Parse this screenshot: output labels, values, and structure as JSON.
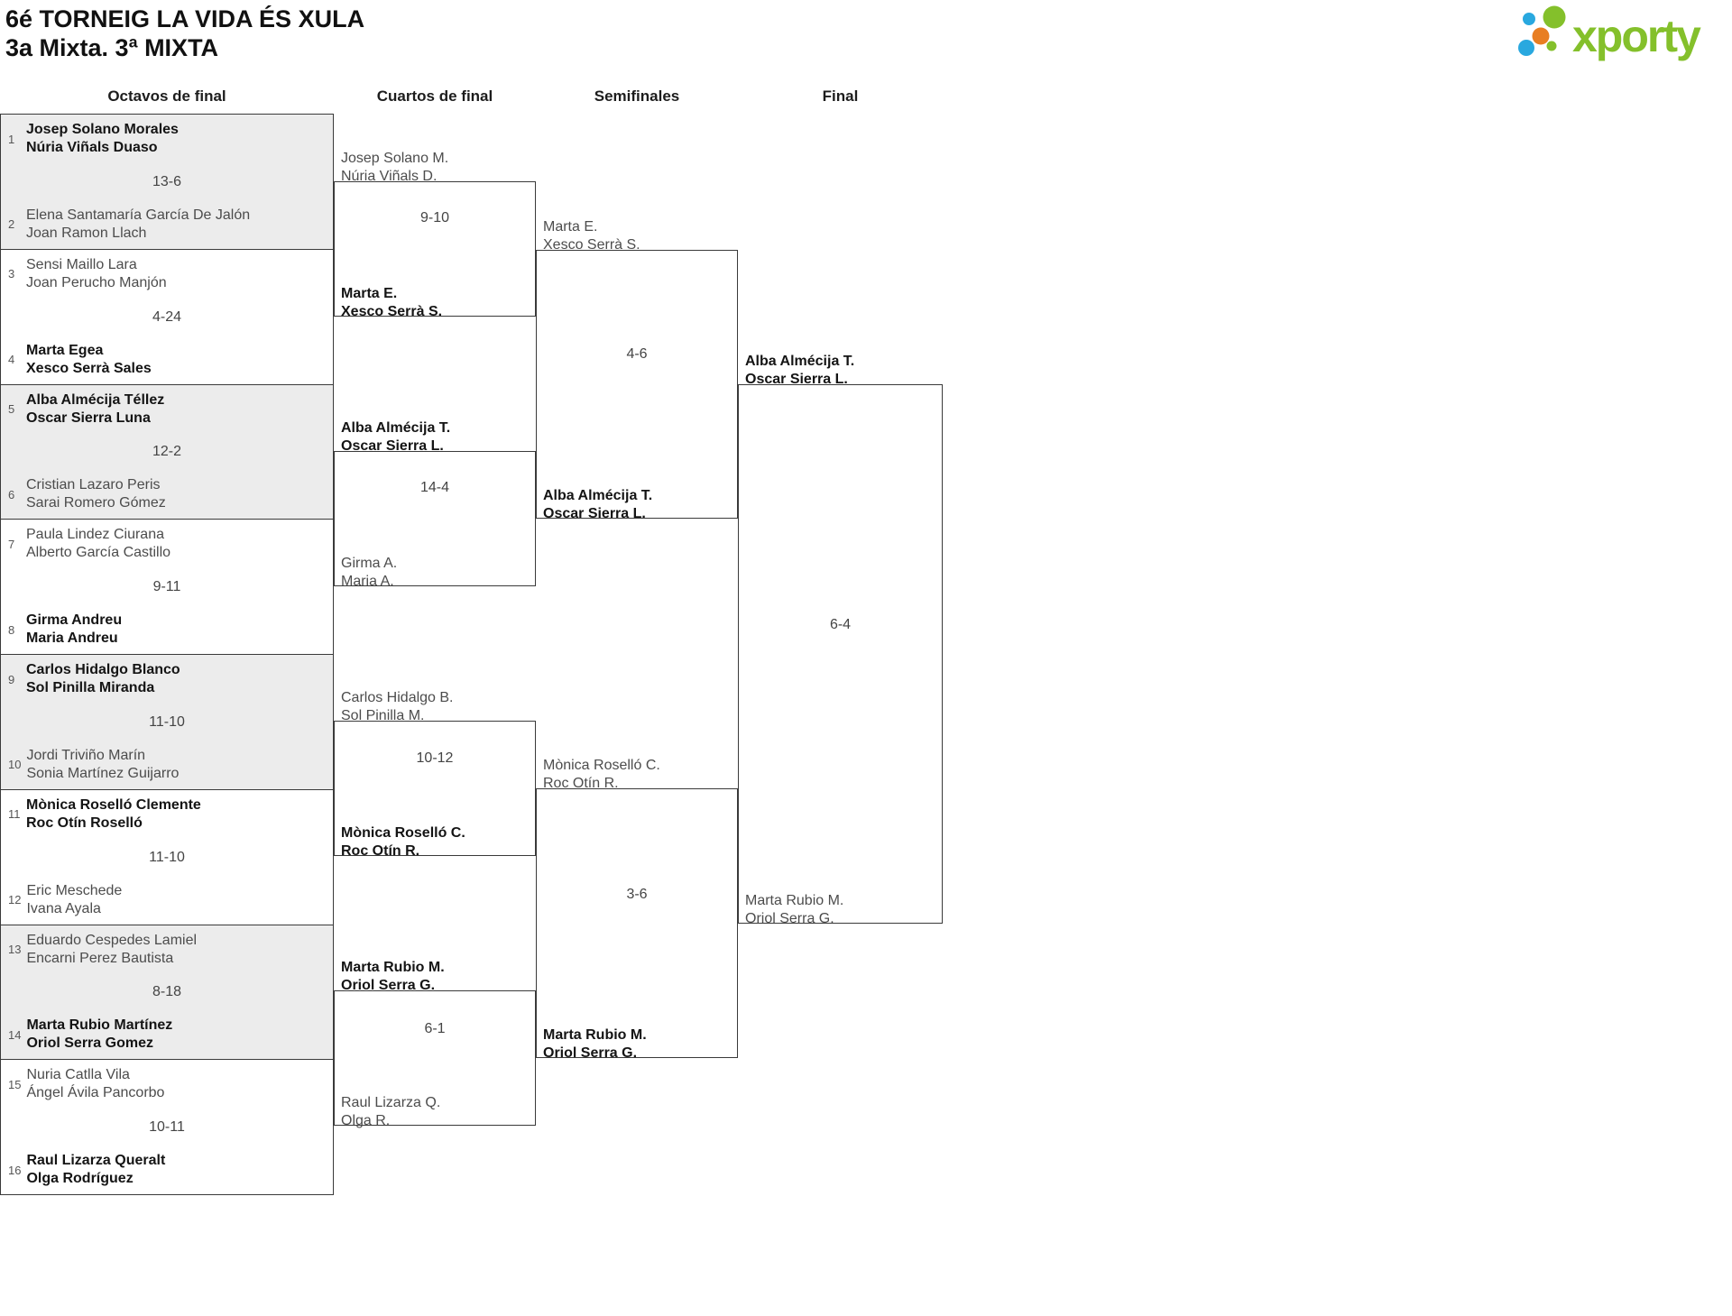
{
  "title": "6é TORNEIG LA VIDA ÉS XULA",
  "subtitle": "3a Mixta. 3ª MIXTA",
  "logo": {
    "text": "xporty"
  },
  "rounds": {
    "r16": "Octavos de final",
    "qf": "Cuartos de final",
    "sf": "Semifinales",
    "final": "Final"
  },
  "colors": {
    "brand_green": "#84C02B",
    "brand_blue": "#29A8DF",
    "brand_orange": "#E87E22",
    "line": "#3A3A3A",
    "winner_text": "#141414",
    "loser_text": "#4C4C4C",
    "match_bg_alt": "#ECECEC",
    "score_text": "#444444",
    "seed_text": "#555555"
  },
  "r16": [
    {
      "seed_a": "1",
      "a1": "Josep Solano Morales",
      "a2": "Núria Viñals Duaso",
      "a_win": true,
      "score": "13-6",
      "seed_b": "2",
      "b1": "Elena Santamaría García De Jalón",
      "b2": "Joan Ramon Llach",
      "b_win": false
    },
    {
      "seed_a": "3",
      "a1": "Sensi Maillo Lara",
      "a2": "Joan Perucho Manjón",
      "a_win": false,
      "score": "4-24",
      "seed_b": "4",
      "b1": "Marta Egea",
      "b2": "Xesco Serrà Sales",
      "b_win": true
    },
    {
      "seed_a": "5",
      "a1": "Alba Almécija Téllez",
      "a2": "Oscar Sierra Luna",
      "a_win": true,
      "score": "12-2",
      "seed_b": "6",
      "b1": "Cristian Lazaro Peris",
      "b2": "Sarai Romero Gómez",
      "b_win": false
    },
    {
      "seed_a": "7",
      "a1": "Paula Lindez Ciurana",
      "a2": "Alberto García Castillo",
      "a_win": false,
      "score": "9-11",
      "seed_b": "8",
      "b1": "Girma Andreu",
      "b2": "Maria Andreu",
      "b_win": true
    },
    {
      "seed_a": "9",
      "a1": "Carlos Hidalgo Blanco",
      "a2": "Sol Pinilla Miranda",
      "a_win": true,
      "score": "11-10",
      "seed_b": "10",
      "b1": "Jordi Triviño Marín",
      "b2": "Sonia Martínez Guijarro",
      "b_win": false
    },
    {
      "seed_a": "11",
      "a1": "Mònica Roselló Clemente",
      "a2": "Roc Otín Roselló",
      "a_win": true,
      "score": "11-10",
      "seed_b": "12",
      "b1": "Eric Meschede",
      "b2": "Ivana Ayala",
      "b_win": false
    },
    {
      "seed_a": "13",
      "a1": "Eduardo Cespedes Lamiel",
      "a2": "Encarni Perez Bautista",
      "a_win": false,
      "score": "8-18",
      "seed_b": "14",
      "b1": "Marta Rubio Martínez",
      "b2": "Oriol Serra Gomez",
      "b_win": true
    },
    {
      "seed_a": "15",
      "a1": "Nuria Catlla Vila",
      "a2": "Ángel Ávila Pancorbo",
      "a_win": false,
      "score": "10-11",
      "seed_b": "16",
      "b1": "Raul Lizarza Queralt",
      "b2": "Olga Rodríguez",
      "b_win": true
    }
  ],
  "qf": [
    {
      "a1": "Josep Solano M.",
      "a2": "Núria Viñals D.",
      "a_win": false,
      "score": "9-10",
      "b1": "Marta E.",
      "b2": "Xesco Serrà S.",
      "b_win": true
    },
    {
      "a1": "Alba Almécija T.",
      "a2": "Oscar Sierra L.",
      "a_win": true,
      "score": "14-4",
      "b1": "Girma A.",
      "b2": "Maria A.",
      "b_win": false
    },
    {
      "a1": "Carlos Hidalgo B.",
      "a2": "Sol Pinilla M.",
      "a_win": false,
      "score": "10-12",
      "b1": "Mònica Roselló C.",
      "b2": "Roc Otín R.",
      "b_win": true
    },
    {
      "a1": "Marta Rubio M.",
      "a2": "Oriol Serra G.",
      "a_win": true,
      "score": "6-1",
      "b1": "Raul Lizarza Q.",
      "b2": "Olga R.",
      "b_win": false
    }
  ],
  "sf": [
    {
      "a1": "Marta E.",
      "a2": "Xesco Serrà S.",
      "a_win": false,
      "score": "4-6",
      "b1": "Alba Almécija T.",
      "b2": "Oscar Sierra L.",
      "b_win": true
    },
    {
      "a1": "Mònica Roselló C.",
      "a2": "Roc Otín R.",
      "a_win": false,
      "score": "3-6",
      "b1": "Marta Rubio M.",
      "b2": "Oriol Serra G.",
      "b_win": true
    }
  ],
  "final": {
    "a1": "Alba Almécija T.",
    "a2": "Oscar Sierra L.",
    "a_win": true,
    "score": "6-4",
    "b1": "Marta Rubio M.",
    "b2": "Oriol Serra G.",
    "b_win": false
  }
}
